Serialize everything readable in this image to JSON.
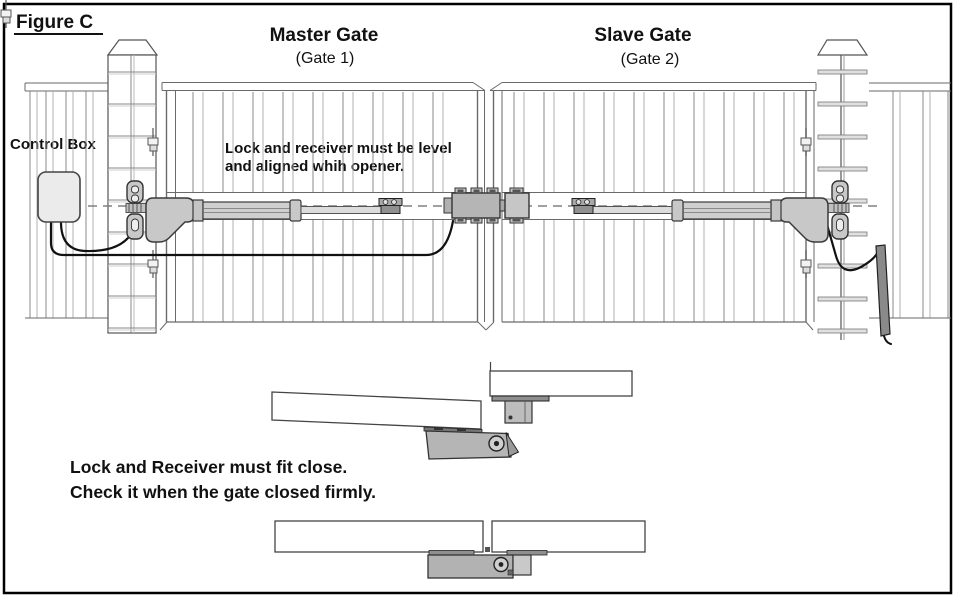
{
  "figure": {
    "label": "Figure C"
  },
  "headings": {
    "master": {
      "title": "Master Gate",
      "subtitle": "(Gate 1)"
    },
    "slave": {
      "title": "Slave Gate",
      "subtitle": "(Gate 2)"
    }
  },
  "labels": {
    "control_box": "Control Box"
  },
  "notes": {
    "alignment_line1": "Lock and receiver must be level",
    "alignment_line2": "and aligned whih opener.",
    "fit_line1": "Lock and Receiver must fit close.",
    "fit_line2": "Check it when the gate closed firmly."
  },
  "colors": {
    "border": "#000000",
    "line_art": "#3a3a3a",
    "metal_light": "#c8c8c8",
    "metal_mid": "#b2b2b2",
    "metal_dark": "#8a8a8a",
    "control_box_fill": "#ebebeb",
    "dashed_guide": "#808080",
    "cable": "#111111"
  }
}
